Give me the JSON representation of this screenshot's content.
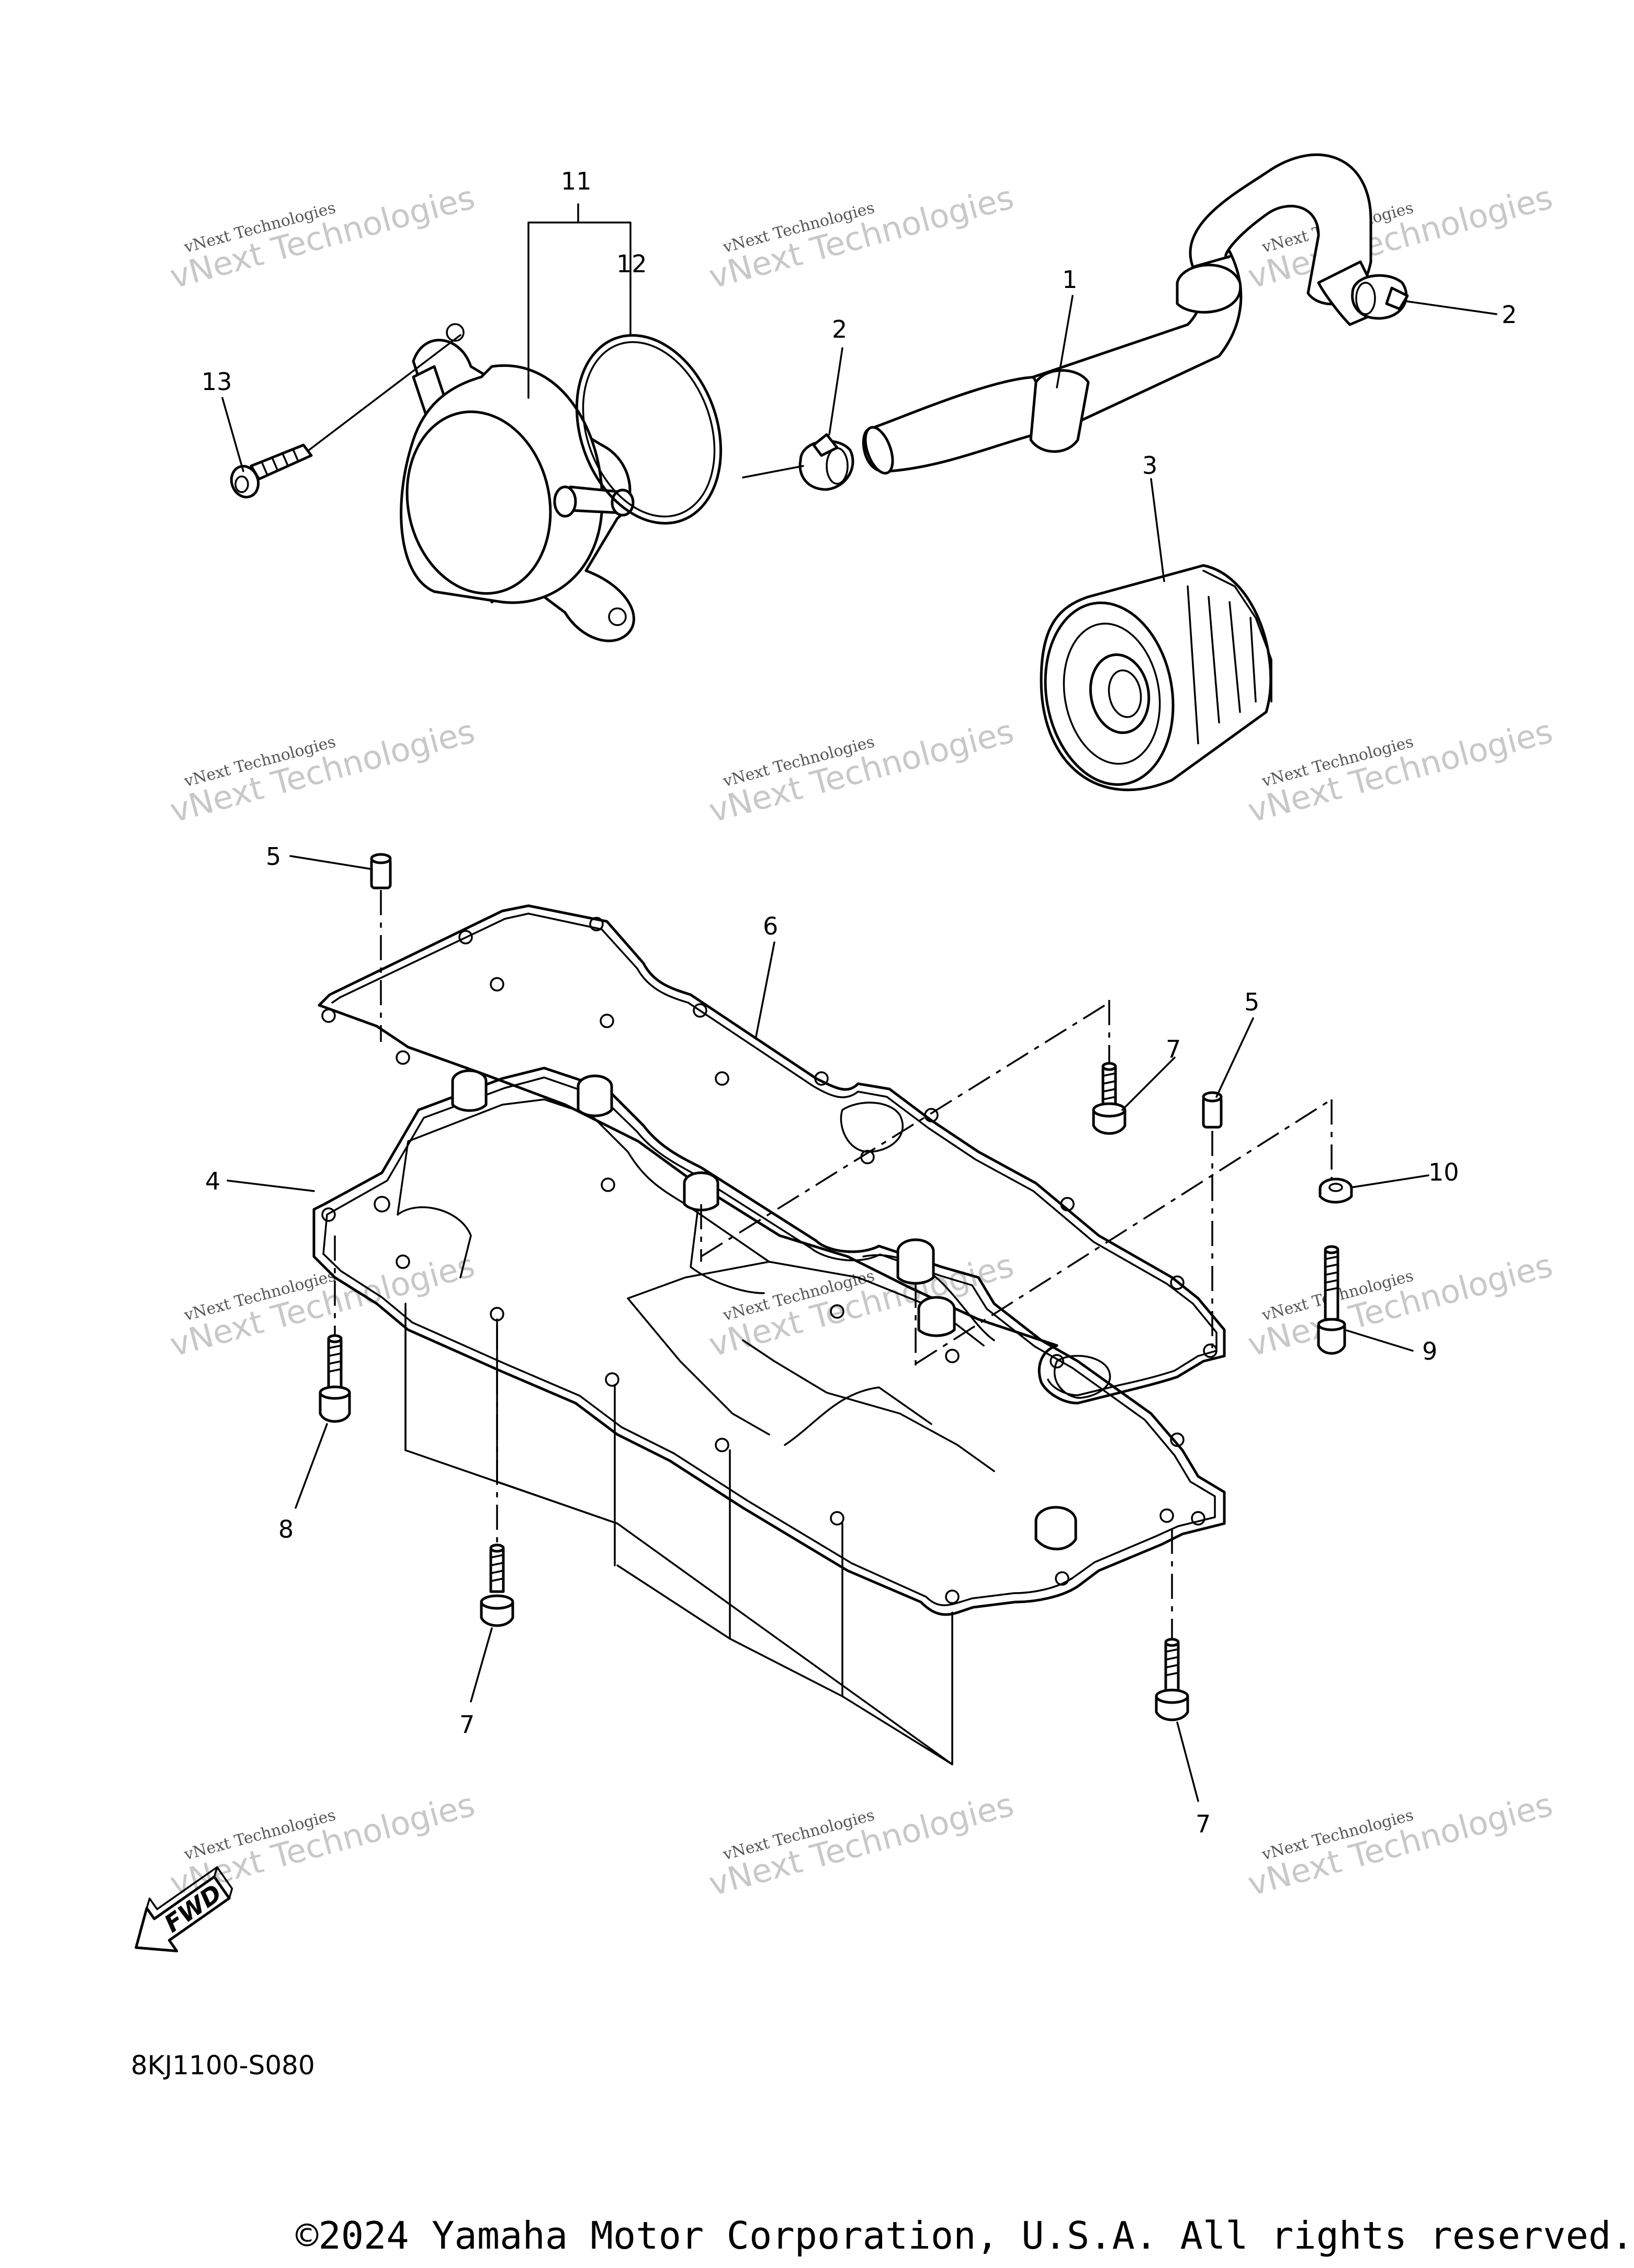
{
  "diagram": {
    "drawing_code": "8KJ1100-S080",
    "fwd_label": "FWD",
    "callouts": [
      "1",
      "2",
      "2",
      "3",
      "4",
      "5",
      "5",
      "6",
      "7",
      "7",
      "7",
      "8",
      "9",
      "10",
      "11",
      "12",
      "13"
    ],
    "watermark": {
      "line1": "vNext Technologies",
      "line2": "vNext Technologies"
    },
    "copyright": "©2024 Yamaha Motor Corporation, U.S.A. All rights reserved."
  }
}
